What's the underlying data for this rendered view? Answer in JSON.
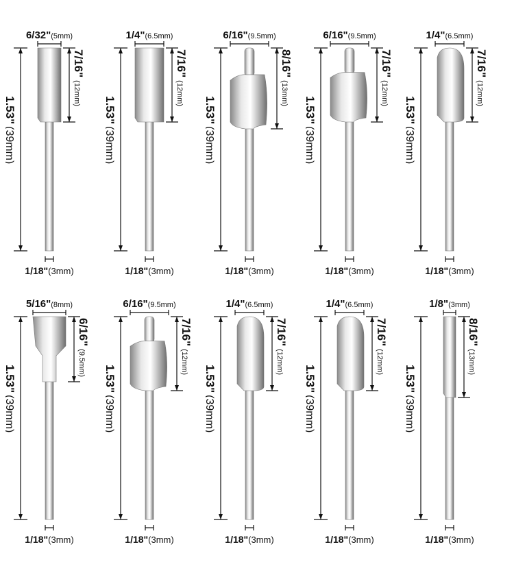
{
  "colors": {
    "text": "#111111",
    "metal_light": "#f4f4f4",
    "metal_dark": "#7a7a7a"
  },
  "total_length": {
    "inch": "1.53\"",
    "mm": "(39mm)"
  },
  "shank": {
    "inch": "1/18\"",
    "mm": "(3mm)"
  },
  "bits": [
    {
      "shape": "straight-bit-icon",
      "width_in": "6/32\"",
      "width_mm": "(5mm)",
      "head_in": "7/16\"",
      "head_mm": "(12mm)"
    },
    {
      "shape": "mortise-bit-icon",
      "width_in": "1/4\"",
      "width_mm": "(6.5mm)",
      "head_in": "7/16\"",
      "head_mm": "(12mm)"
    },
    {
      "shape": "roundover-bit-icon",
      "width_in": "6/16\"",
      "width_mm": "(9.5mm)",
      "head_in": "8/16\"",
      "head_mm": "(13mm)"
    },
    {
      "shape": "cove-bit-icon",
      "width_in": "6/16\"",
      "width_mm": "(9.5mm)",
      "head_in": "7/16\"",
      "head_mm": "(12mm)"
    },
    {
      "shape": "v-groove-bit-icon",
      "width_in": "1/4\"",
      "width_mm": "(6.5mm)",
      "head_in": "7/16\"",
      "head_mm": "(12mm)"
    },
    {
      "shape": "t-slot-bit-icon",
      "width_in": "5/16\"",
      "width_mm": "(8mm)",
      "head_in": "6/16\"",
      "head_mm": "(9.5mm)"
    },
    {
      "shape": "beading-bit-icon",
      "width_in": "6/16\"",
      "width_mm": "(9.5mm)",
      "head_in": "7/16\"",
      "head_mm": "(12mm)"
    },
    {
      "shape": "ogee-bit-icon",
      "width_in": "1/4\"",
      "width_mm": "(6.5mm)",
      "head_in": "7/16\"",
      "head_mm": "(12mm)"
    },
    {
      "shape": "core-box-bit-icon",
      "width_in": "1/4\"",
      "width_mm": "(6.5mm)",
      "head_in": "7/16\"",
      "head_mm": "(12mm)"
    },
    {
      "shape": "straight-bit-icon",
      "width_in": "1/8\"",
      "width_mm": "(3mm)",
      "head_in": "8/16\"",
      "head_mm": "(13mm)"
    }
  ]
}
